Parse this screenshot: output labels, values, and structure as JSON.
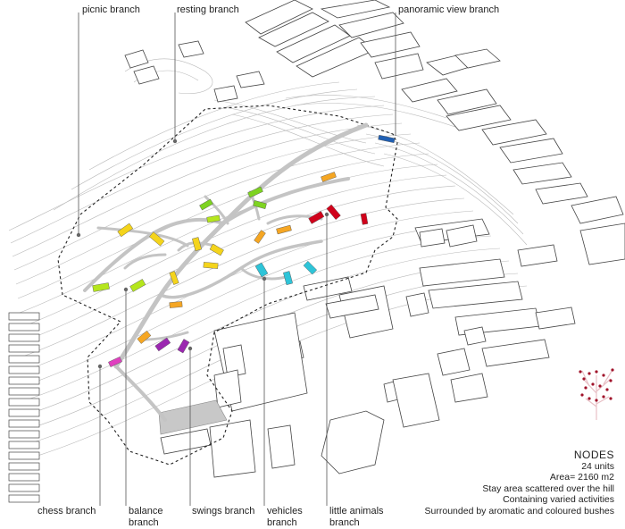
{
  "labels": {
    "picnic": "picnic branch",
    "resting": "resting branch",
    "panoramic": "panoramic view branch",
    "chess": "chess branch",
    "balance_1": "balance",
    "balance_2": "branch",
    "swings": "swings branch",
    "vehicles_1": "vehicles",
    "vehicles_2": "branch",
    "animals_1": "little animals",
    "animals_2": "branch"
  },
  "legend": {
    "title": "NODES",
    "line1": "24 units",
    "line2": "Area= 2160 m2",
    "line3": "Stay area scattered over the hill",
    "line4": "Containing varied activities",
    "line5": "Surrounded by aromatic and coloured bushes"
  },
  "colors": {
    "yellow": "#f4d41c",
    "green": "#7ed321",
    "orange": "#f5a623",
    "red": "#d0021b",
    "cyan": "#2ec4d8",
    "purple": "#9b27b0",
    "magenta": "#e040c0",
    "blue": "#1f5fb3",
    "lightgreen": "#b5e61d"
  }
}
